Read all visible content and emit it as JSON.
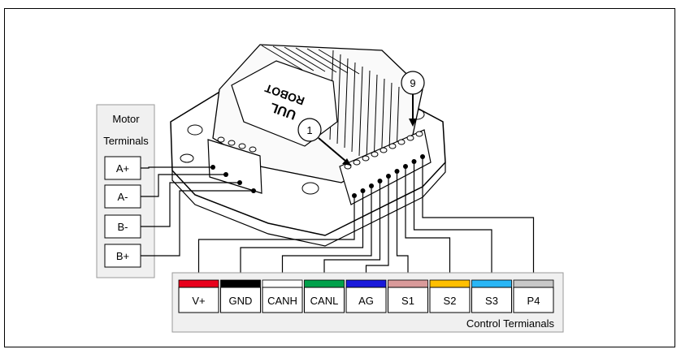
{
  "figure": {
    "caption": "",
    "motor_group_title_line1": "Motor",
    "motor_group_title_line2": "Terminals",
    "motor_terminals": [
      "A+",
      "A-",
      "B-",
      "B+"
    ],
    "control_group_title": "Control Termianals",
    "control_terminals": [
      {
        "label": "V+",
        "color": "#e8001c"
      },
      {
        "label": "GND",
        "color": "#000000"
      },
      {
        "label": "CANH",
        "color": "#ffffff"
      },
      {
        "label": "CANL",
        "color": "#00a14b"
      },
      {
        "label": "AG",
        "color": "#1a1adb"
      },
      {
        "label": "S1",
        "color": "#d99a9a"
      },
      {
        "label": "S2",
        "color": "#ffbf00"
      },
      {
        "label": "S3",
        "color": "#29b6f6"
      },
      {
        "label": "P4",
        "color": "#c8c8c8"
      }
    ],
    "pin_callouts": [
      "1",
      "9"
    ],
    "device_logo_line1": "ROBOT",
    "device_logo_line2": "UUL"
  }
}
